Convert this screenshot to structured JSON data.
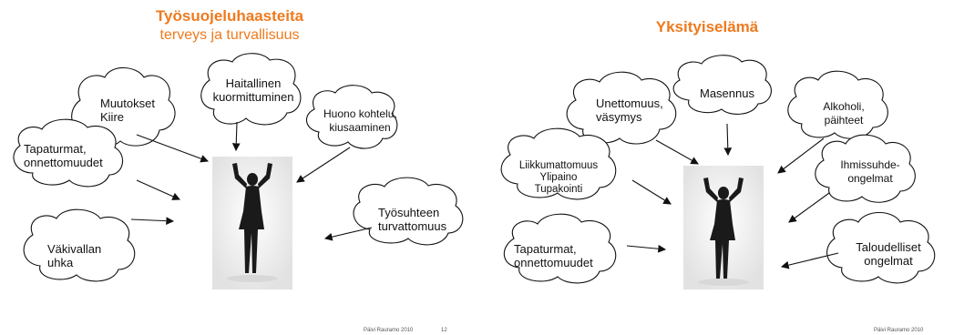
{
  "left": {
    "title": "Työsuojeluhaasteita",
    "subtitle": "terveys ja turvallisuus",
    "clouds": {
      "muutokset": "Muutokset\nKiire",
      "haitallinen": "Haitallinen\nkuormittuminen",
      "huono": "Huono kohtelu,\nkiusaaminen",
      "tapaturmat": "Tapaturmat,\nonnettomuudet",
      "tyosuhteen": "Työsuhteen\nturvattomuus",
      "vakivallan": "Väkivallan\nuhka"
    },
    "footer_author": "Päivi Rauramo 2010",
    "footer_page": "12"
  },
  "right": {
    "title": "Yksityiselämä",
    "clouds": {
      "unettomuus": "Unettomuus,\nväsymys",
      "masennus": "Masennus",
      "alkoholi": "Alkoholi,\npäihteet",
      "liikkumattomuus": "Liikkumattomuus\nYlipaino\nTupakointi",
      "ihmissuhde": "Ihmissuhde-\nongelmat",
      "tapaturmat": "Tapaturmat,\nonnettomuudet",
      "taloudelliset": "Taloudelliset\nongelmat"
    },
    "footer_author": "Päivi Rauramo 2010"
  },
  "colors": {
    "title_orange": "#ee7a1e"
  }
}
